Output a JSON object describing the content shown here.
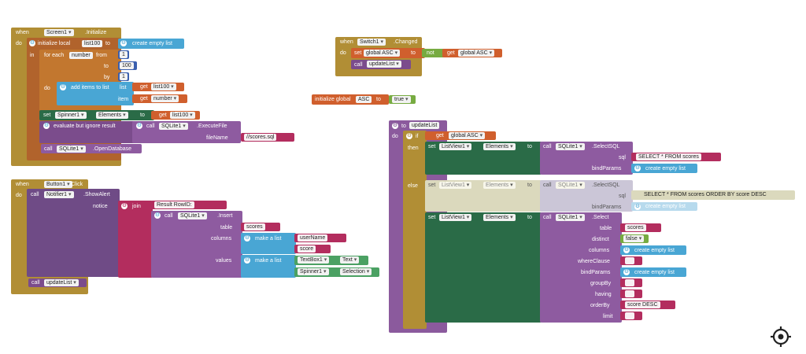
{
  "blocks": {
    "screen_init": {
      "when": "when",
      "component": "Screen1",
      "event": ".Initialize",
      "do": "do",
      "init_local": "initialize local",
      "local_name": "list100",
      "to": "to",
      "create_empty_list": "create empty list",
      "in": "in",
      "for_each": "for each",
      "number": "number",
      "from": "from",
      "from_val": "1",
      "to_label": "to",
      "to_val": "100",
      "by": "by",
      "by_val": "1",
      "do_label": "do",
      "add_items": "add items to list",
      "list": "list",
      "get": "get",
      "list100": "list100",
      "item": "item",
      "number_var": "number",
      "set": "set",
      "spinner": "Spinner1",
      "elements": "Elements",
      "to2": "to",
      "evaluate": "evaluate but ignore result",
      "call": "call",
      "sqlite": "SQLite1",
      "execute_file": ".ExecuteFile",
      "filename": "fileName",
      "filename_val": "//scores.sql",
      "open_db": ".OpenDatabase"
    },
    "button_click": {
      "when": "when",
      "component": "Button1",
      "event": ".Click",
      "do": "do",
      "call": "call",
      "notifier": "Notifier1",
      "show_alert": ".ShowAlert",
      "notice": "notice",
      "join": "join",
      "result_text": "Result RowID: ",
      "sqlite": "SQLite1",
      "insert": ".Insert",
      "table": "table",
      "table_val": "scores",
      "columns": "columns",
      "make_list": "make a list",
      "col1": "userName",
      "col2": "score",
      "values": "values",
      "textbox": "TextBox1",
      "text": "Text",
      "spinner": "Spinner1",
      "selection": "Selection",
      "update_list": "updateList"
    },
    "switch_changed": {
      "when": "when",
      "component": "Switch1",
      "event": ".Changed",
      "do": "do",
      "set": "set",
      "global_asc": "global ASC",
      "to": "to",
      "not": "not",
      "get": "get",
      "call": "call",
      "update_list": "updateList"
    },
    "global_init": {
      "label": "initialize global",
      "name": "ASC",
      "to": "to",
      "value": "true"
    },
    "proc": {
      "to": "to",
      "name": "updateList",
      "do": "do",
      "if": "if",
      "get": "get",
      "global_asc": "global ASC",
      "then": "then",
      "set": "set",
      "listview": "ListView1",
      "elements": "Elements",
      "to2": "to",
      "call": "call",
      "sqlite": "SQLite1",
      "select_sql": ".SelectSQL",
      "sql": "sql",
      "sql1": "SELECT * FROM scores",
      "bind_params": "bindParams",
      "create_empty_list": "create empty list",
      "else": "else",
      "sql2": "SELECT * FROM scores ORDER BY score DESC",
      "select": ".Select",
      "table": "table",
      "table_val": "scores",
      "distinct": "distinct",
      "false": "false",
      "columns": "columns",
      "where": "whereClause",
      "group_by": "groupBy",
      "having": "having",
      "order_by": "orderBy",
      "order_val": "score DESC",
      "limit": "limit"
    }
  },
  "workspace": {
    "target_icon": "crosshair-icon"
  },
  "colors": {
    "event": "#b18e35",
    "control": "#b1632c",
    "variable": "#d05f2d",
    "list": "#49a6d4",
    "text": "#b32d5e",
    "logic": "#77ab41",
    "procedure": "#7b4c8c",
    "component": "#2a6b47"
  }
}
